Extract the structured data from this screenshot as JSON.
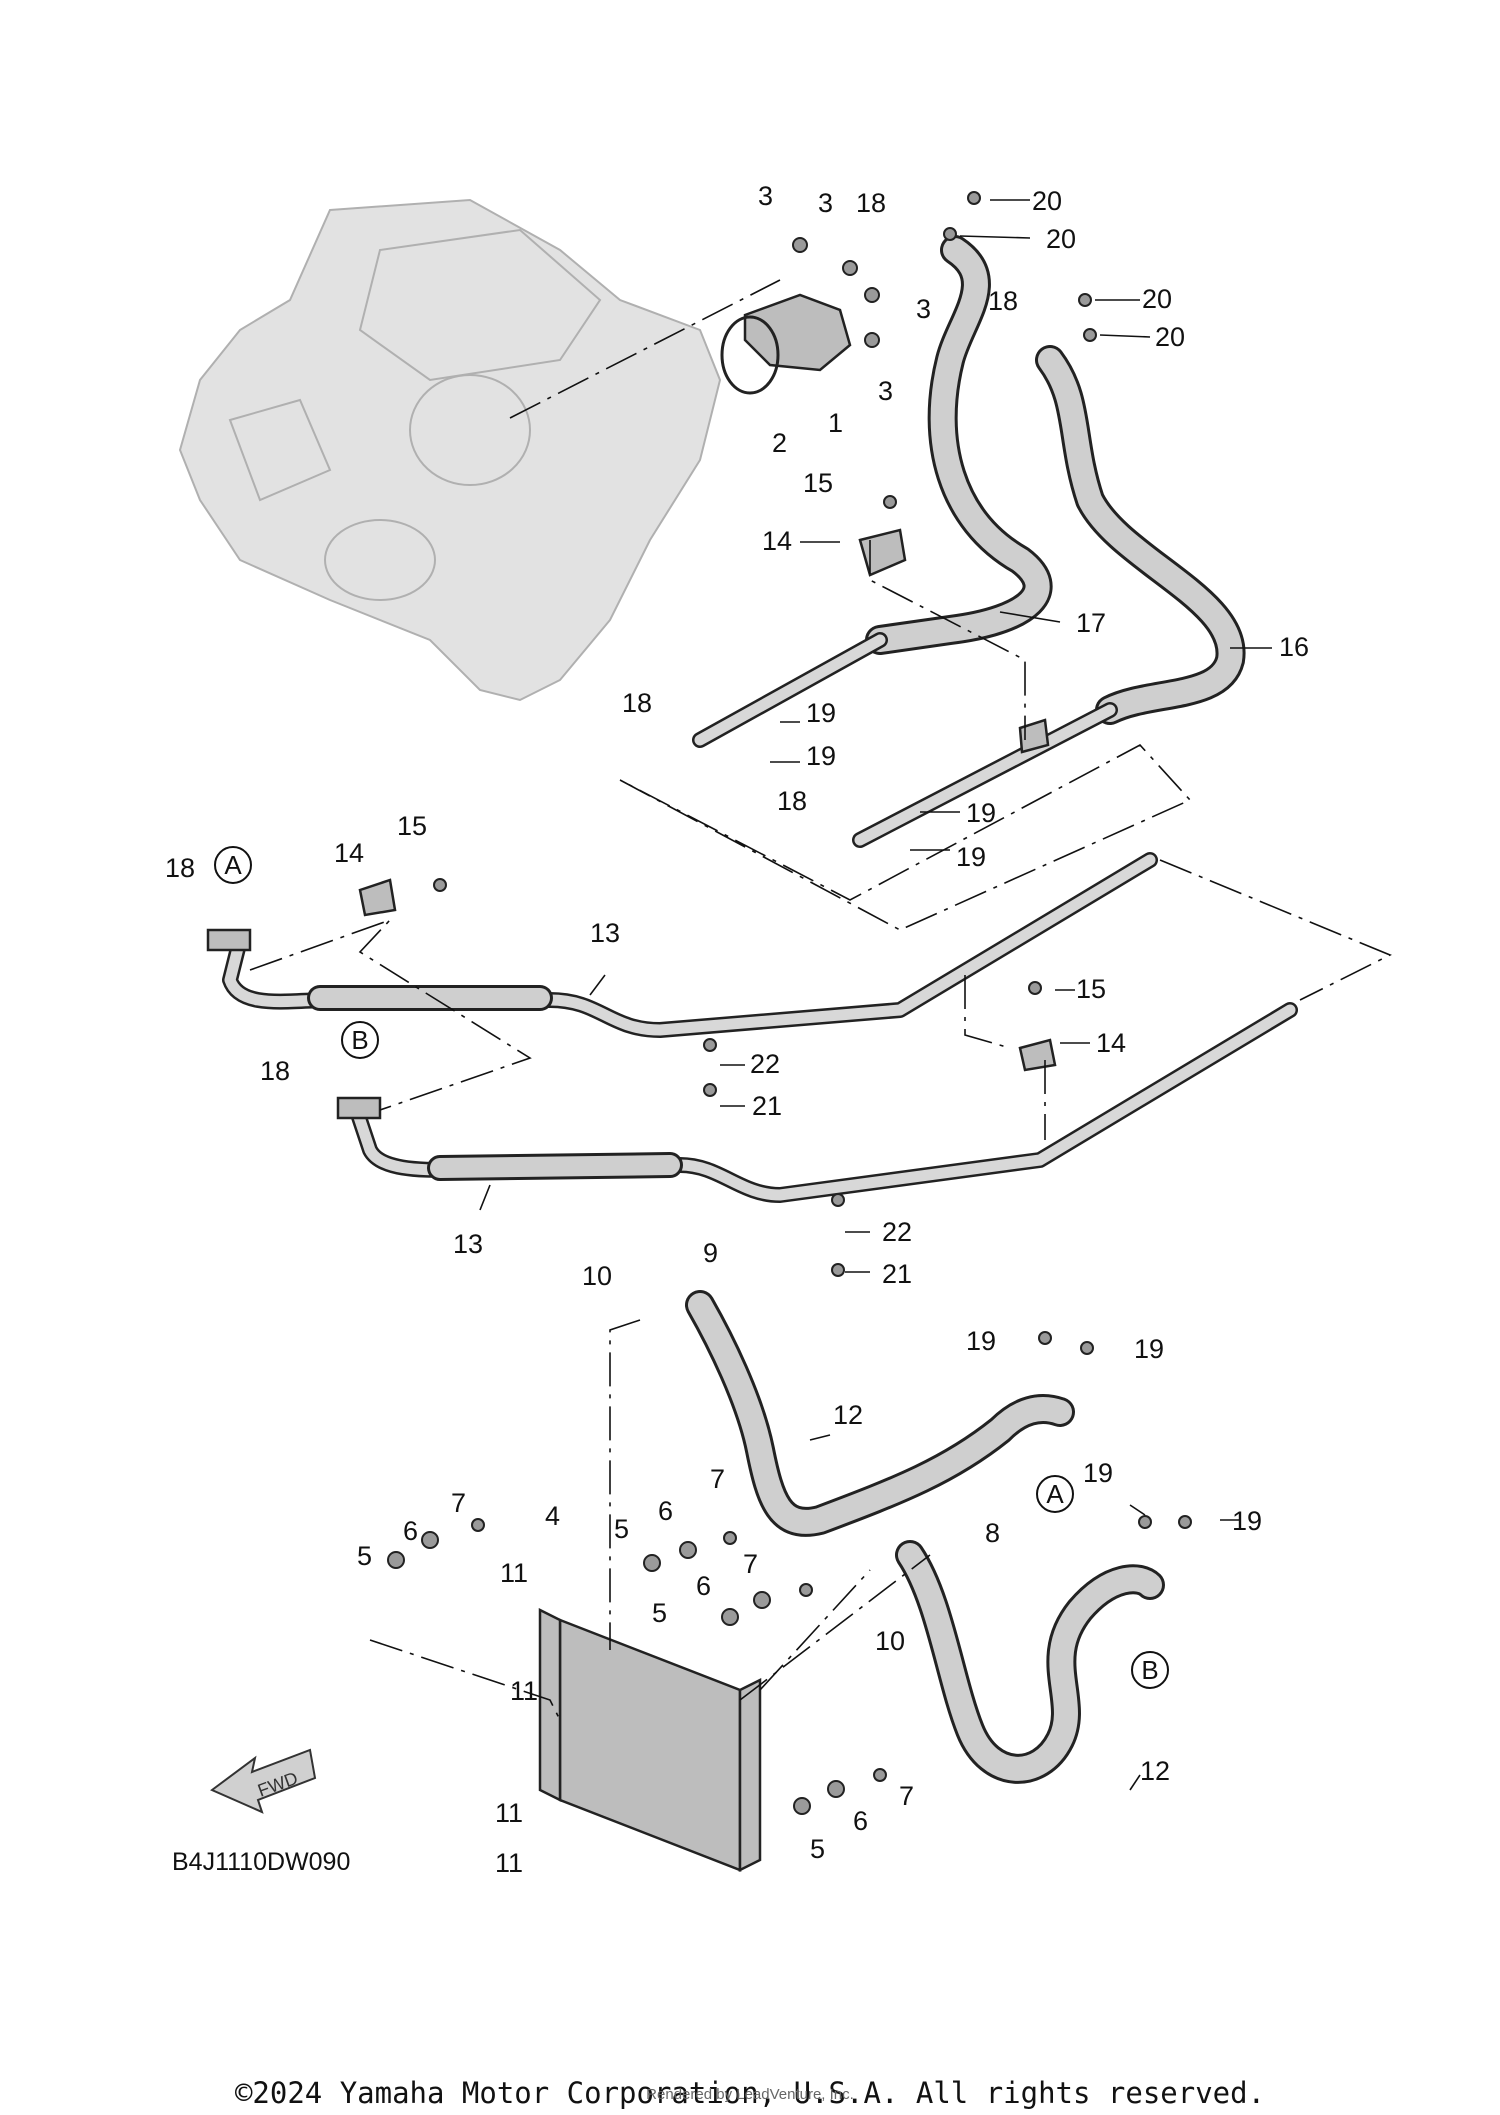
{
  "diagram": {
    "callouts": [
      {
        "id": "c3a",
        "text": "3"
      },
      {
        "id": "c3b",
        "text": "3"
      },
      {
        "id": "c3c",
        "text": "3"
      },
      {
        "id": "c3d",
        "text": "3"
      },
      {
        "id": "c18a",
        "text": "18"
      },
      {
        "id": "c20a",
        "text": "20"
      },
      {
        "id": "c20b",
        "text": "20"
      },
      {
        "id": "c18b",
        "text": "18"
      },
      {
        "id": "c20c",
        "text": "20"
      },
      {
        "id": "c20d",
        "text": "20"
      },
      {
        "id": "c2",
        "text": "2"
      },
      {
        "id": "c1",
        "text": "1"
      },
      {
        "id": "c15a",
        "text": "15"
      },
      {
        "id": "c14a",
        "text": "14"
      },
      {
        "id": "c17",
        "text": "17"
      },
      {
        "id": "c16",
        "text": "16"
      },
      {
        "id": "c18c",
        "text": "18"
      },
      {
        "id": "c19a",
        "text": "19"
      },
      {
        "id": "c19b",
        "text": "19"
      },
      {
        "id": "c18d",
        "text": "18"
      },
      {
        "id": "c19c",
        "text": "19"
      },
      {
        "id": "c19d",
        "text": "19"
      },
      {
        "id": "c18e",
        "text": "18"
      },
      {
        "id": "c14b",
        "text": "14"
      },
      {
        "id": "c15b",
        "text": "15"
      },
      {
        "id": "c13a",
        "text": "13"
      },
      {
        "id": "c15c",
        "text": "15"
      },
      {
        "id": "c14c",
        "text": "14"
      },
      {
        "id": "c18f",
        "text": "18"
      },
      {
        "id": "c22a",
        "text": "22"
      },
      {
        "id": "c21a",
        "text": "21"
      },
      {
        "id": "c13b",
        "text": "13"
      },
      {
        "id": "c22b",
        "text": "22"
      },
      {
        "id": "c21b",
        "text": "21"
      },
      {
        "id": "c10a",
        "text": "10"
      },
      {
        "id": "c9",
        "text": "9"
      },
      {
        "id": "c19e",
        "text": "19"
      },
      {
        "id": "c19f",
        "text": "19"
      },
      {
        "id": "c12a",
        "text": "12"
      },
      {
        "id": "c19g",
        "text": "19"
      },
      {
        "id": "c19h",
        "text": "19"
      },
      {
        "id": "c7a",
        "text": "7"
      },
      {
        "id": "c4",
        "text": "4"
      },
      {
        "id": "c5a",
        "text": "5"
      },
      {
        "id": "c6a",
        "text": "6"
      },
      {
        "id": "c7b",
        "text": "7"
      },
      {
        "id": "c8",
        "text": "8"
      },
      {
        "id": "c5b",
        "text": "5"
      },
      {
        "id": "c6b",
        "text": "6"
      },
      {
        "id": "c11a",
        "text": "11"
      },
      {
        "id": "c7c",
        "text": "7"
      },
      {
        "id": "c6c",
        "text": "6"
      },
      {
        "id": "c5c",
        "text": "5"
      },
      {
        "id": "c11b",
        "text": "11"
      },
      {
        "id": "c10b",
        "text": "10"
      },
      {
        "id": "c12b",
        "text": "12"
      },
      {
        "id": "c7d",
        "text": "7"
      },
      {
        "id": "c6d",
        "text": "6"
      },
      {
        "id": "c5d",
        "text": "5"
      },
      {
        "id": "c11c",
        "text": "11"
      },
      {
        "id": "c11d",
        "text": "11"
      }
    ],
    "reference_letters": [
      {
        "id": "A1",
        "text": "A"
      },
      {
        "id": "B1",
        "text": "B"
      },
      {
        "id": "A2",
        "text": "A"
      },
      {
        "id": "B2",
        "text": "B"
      }
    ],
    "fwd_label": "FWD",
    "diagram_code": "B4J1110DW090"
  },
  "footer": {
    "copyright": "©2024 Yamaha Motor Corporation, U.S.A. All rights reserved.",
    "rendered_by": "Rendered by LeadVenture, Inc."
  }
}
